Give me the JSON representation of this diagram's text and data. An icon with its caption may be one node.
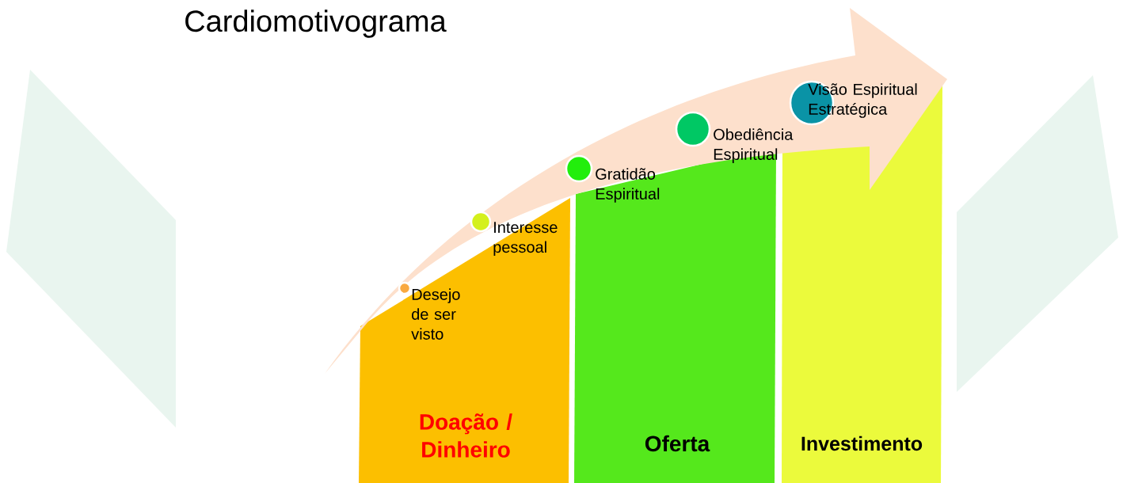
{
  "diagram": {
    "title": "Cardiomotivograma",
    "nodes": [
      {
        "text": [
          "Doação / Dinheiro"
        ]
      },
      {
        "text": [
          "Oferta"
        ]
      },
      {
        "text": [
          "Investimento"
        ]
      }
    ],
    "labels": [
      "Desejo de ser visto",
      "Interesse pessoal",
      "Gratidão Espiritual",
      "Obediência Espiritual",
      "Visão Espiritual Estratégica"
    ]
  }
}
